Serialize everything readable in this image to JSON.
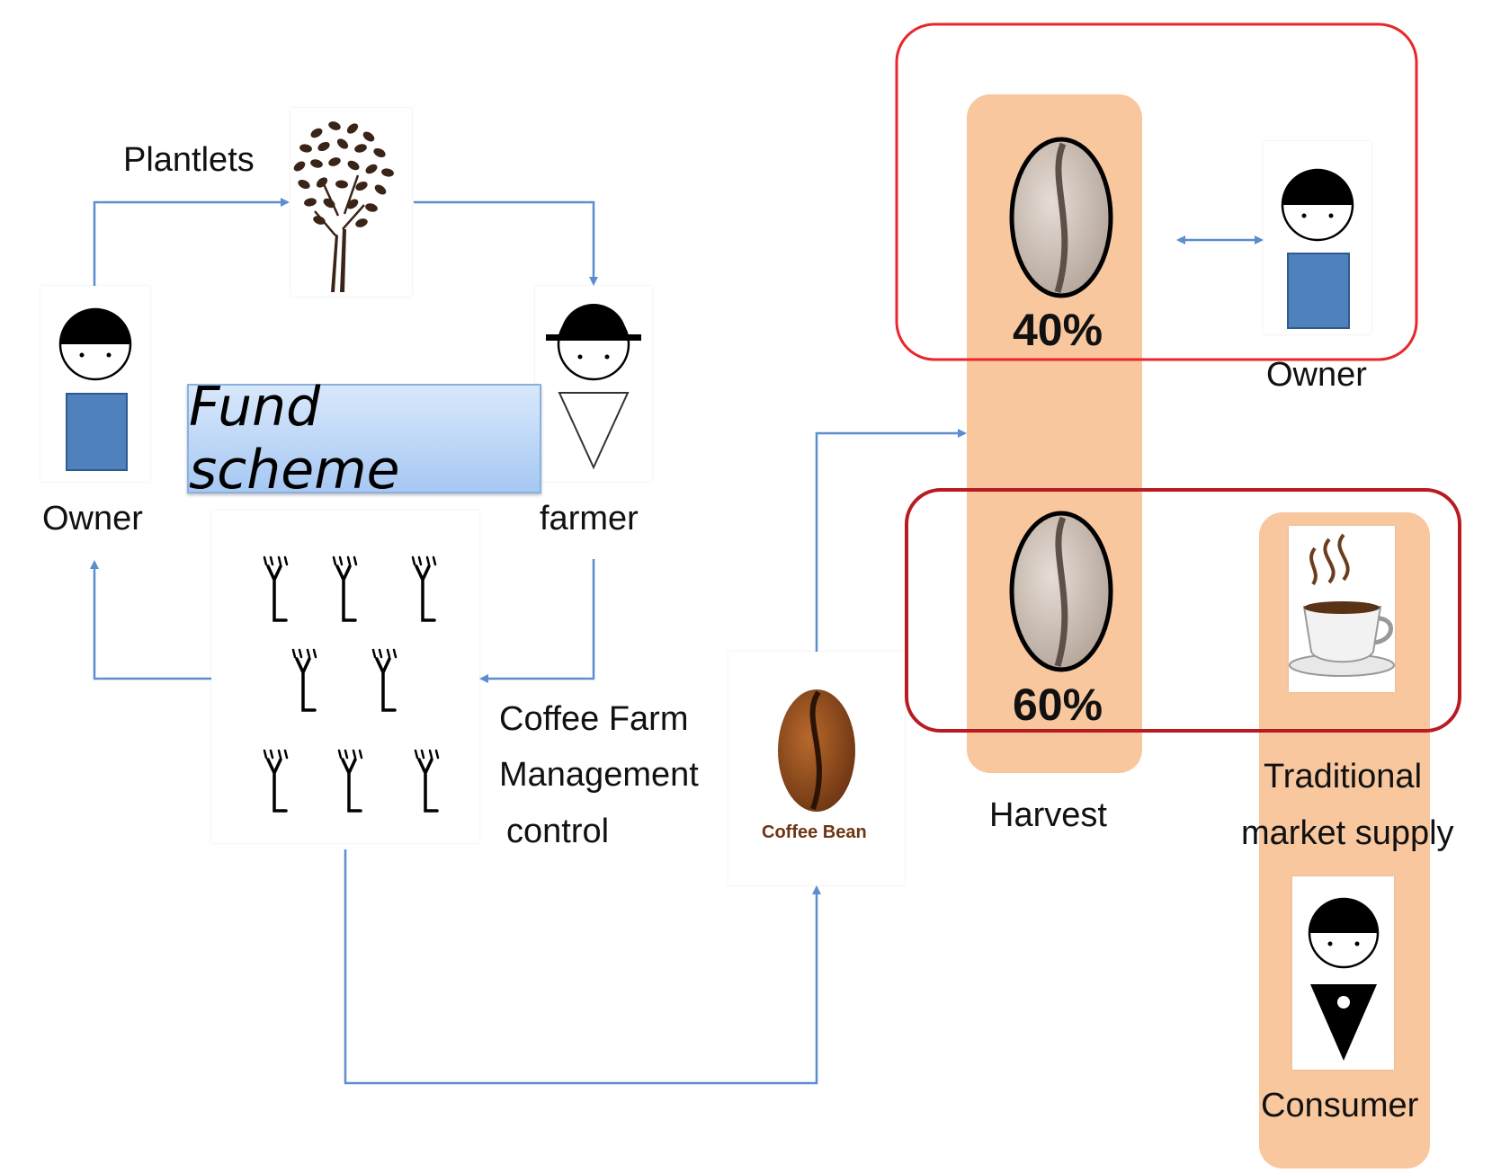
{
  "labels": {
    "plantlets": "Plantlets",
    "owner_left": "Owner",
    "farmer": "farmer",
    "fund_scheme": "Fund scheme",
    "farm_line1": "Coffee Farm",
    "farm_line2": "Management",
    "farm_line3": "control",
    "coffee_bean": "Coffee Bean",
    "harvest": "Harvest",
    "owner_right": "Owner",
    "market_line1": "Traditional",
    "market_line2": "market supply",
    "consumer": "Consumer",
    "pct_owner": "40%",
    "pct_market": "60%"
  },
  "colors": {
    "arrow": "#5b8dd0",
    "highlight_fill": "#f8c79e",
    "red_box_top": "#e8262c",
    "red_box_bottom": "#b81b22",
    "person_body": "#4f81bd"
  },
  "icons": [
    "coffee-tree-icon",
    "owner-person-icon",
    "farmer-person-icon",
    "plant-icon",
    "coffee-bean-icon",
    "coffee-cup-icon",
    "consumer-person-icon"
  ]
}
